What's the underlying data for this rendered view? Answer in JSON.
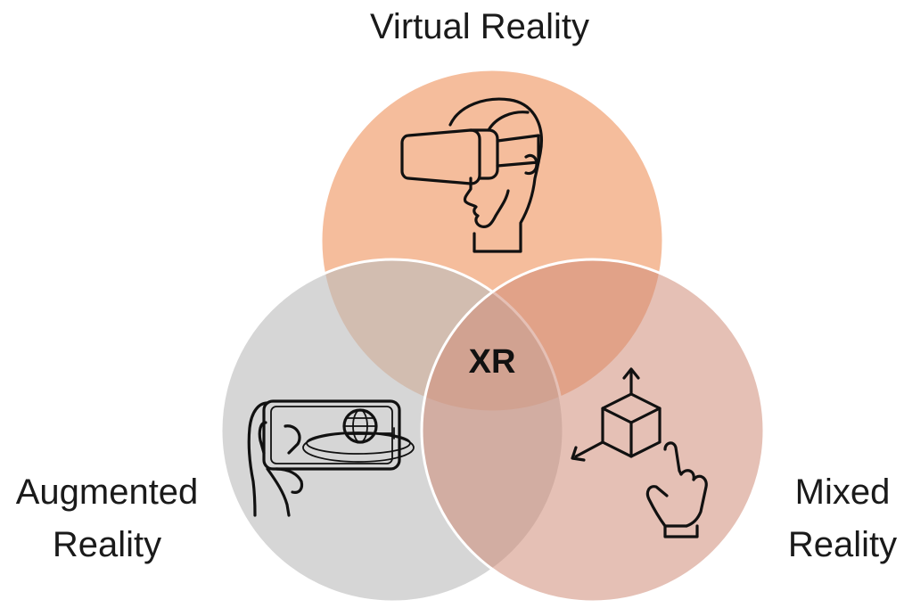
{
  "diagram": {
    "sets": [
      {
        "id": "vr",
        "label_lines": [
          "Virtual Reality"
        ],
        "color": "#f2aa80",
        "icon": "vr-headset-head-icon"
      },
      {
        "id": "ar",
        "label_lines": [
          "Augmented",
          "Reality"
        ],
        "color": "#c4c4c4",
        "icon": "phone-hand-globe-icon"
      },
      {
        "id": "mr",
        "label_lines": [
          "Mixed",
          "Reality"
        ],
        "color": "#d9a393",
        "icon": "cube-hand-icon"
      }
    ],
    "intersection_label": "XR",
    "colors": {
      "vr": "#f2aa80",
      "ar": "#c4c4c4",
      "mr": "#d9a393",
      "circle_border": "#ffffff",
      "text": "#1a1a1a"
    }
  }
}
